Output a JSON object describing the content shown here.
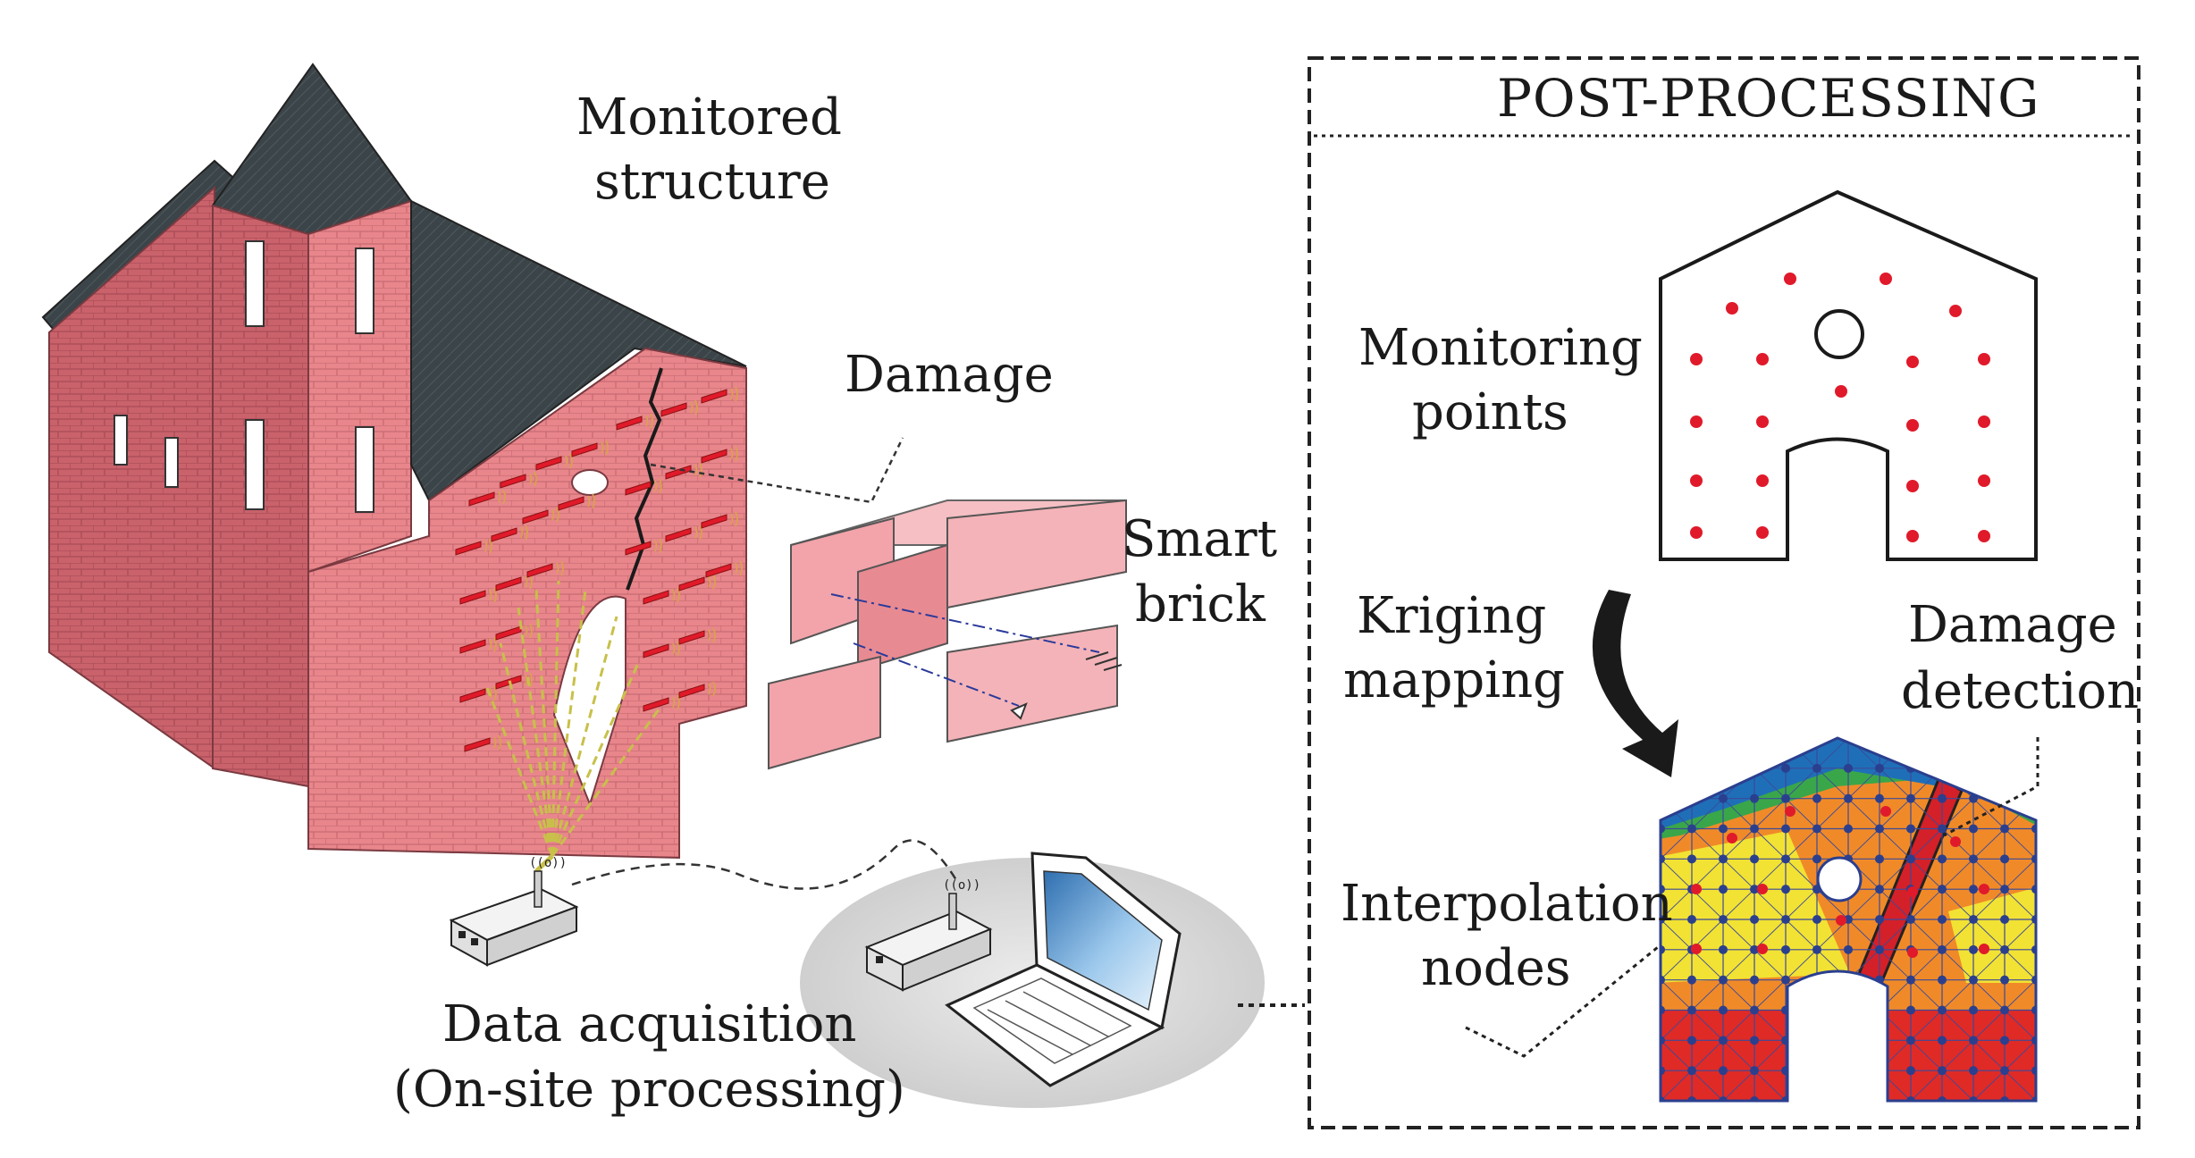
{
  "labels": {
    "monitored_structure": [
      "Monitored",
      "structure"
    ],
    "damage": "Damage",
    "smart_brick": [
      "Smart",
      "brick"
    ],
    "data_acquisition": [
      "Data acquisition",
      "(On-site processing)"
    ],
    "post_processing": "POST-PROCESSING",
    "monitoring_points": [
      "Monitoring",
      "points"
    ],
    "kriging_mapping": [
      "Kriging",
      "mapping"
    ],
    "damage_detection": [
      "Damage",
      "detection"
    ],
    "interpolation_nodes": [
      "Interpolation",
      "nodes"
    ]
  },
  "colors": {
    "brick": "#e8868c",
    "brick_dark": "#c8626a",
    "roof": "#3b4448",
    "sensor_red": "#e01a2a",
    "antenna_beam": "#c8c04a",
    "laptop_halo": "#d8d8d8",
    "map_blue": "#1f6fb8",
    "map_green": "#3aa64a",
    "map_yellow": "#f2e233",
    "map_orange": "#f08a28",
    "map_red": "#e02a26",
    "node_blue": "#2b3f8f"
  }
}
